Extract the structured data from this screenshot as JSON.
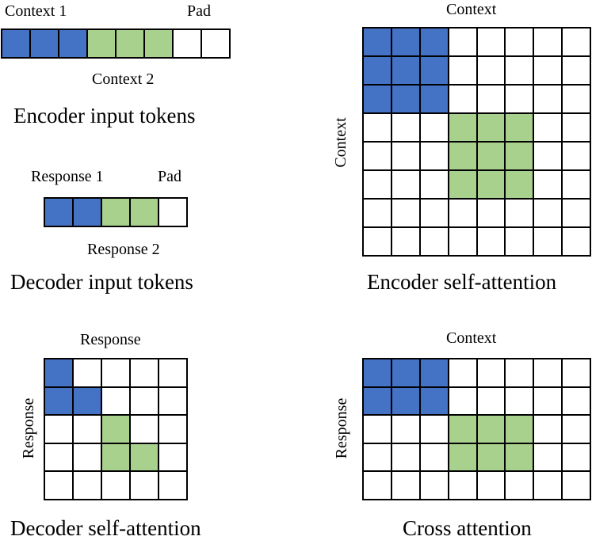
{
  "colors": {
    "context1": "#4472c4",
    "context2": "#a9d18e",
    "pad": "#ffffff",
    "line": "#000000"
  },
  "encoder_tokens": {
    "label_context1": "Context 1",
    "label_pad": "Pad",
    "label_context2": "Context 2",
    "caption": "Encoder input tokens",
    "cells": [
      "blue",
      "blue",
      "blue",
      "green",
      "green",
      "green",
      "white",
      "white"
    ]
  },
  "decoder_tokens": {
    "label_response1": "Response 1",
    "label_pad": "Pad",
    "label_response2": "Response 2",
    "caption": "Decoder input tokens",
    "cells": [
      "blue",
      "blue",
      "green",
      "green",
      "white"
    ]
  },
  "encoder_self_attention": {
    "top_label": "Context",
    "side_label": "Context",
    "caption": "Encoder self-attention",
    "rows": [
      [
        "blue",
        "blue",
        "blue",
        "white",
        "white",
        "white",
        "white",
        "white"
      ],
      [
        "blue",
        "blue",
        "blue",
        "white",
        "white",
        "white",
        "white",
        "white"
      ],
      [
        "blue",
        "blue",
        "blue",
        "white",
        "white",
        "white",
        "white",
        "white"
      ],
      [
        "white",
        "white",
        "white",
        "green",
        "green",
        "green",
        "white",
        "white"
      ],
      [
        "white",
        "white",
        "white",
        "green",
        "green",
        "green",
        "white",
        "white"
      ],
      [
        "white",
        "white",
        "white",
        "green",
        "green",
        "green",
        "white",
        "white"
      ],
      [
        "white",
        "white",
        "white",
        "white",
        "white",
        "white",
        "white",
        "white"
      ],
      [
        "white",
        "white",
        "white",
        "white",
        "white",
        "white",
        "white",
        "white"
      ]
    ]
  },
  "decoder_self_attention": {
    "top_label": "Response",
    "side_label": "Response",
    "caption": "Decoder self-attention",
    "rows": [
      [
        "blue",
        "white",
        "white",
        "white",
        "white"
      ],
      [
        "blue",
        "blue",
        "white",
        "white",
        "white"
      ],
      [
        "white",
        "white",
        "green",
        "white",
        "white"
      ],
      [
        "white",
        "white",
        "green",
        "green",
        "white"
      ],
      [
        "white",
        "white",
        "white",
        "white",
        "white"
      ]
    ]
  },
  "cross_attention": {
    "top_label": "Context",
    "side_label": "Response",
    "caption": "Cross attention",
    "rows": [
      [
        "blue",
        "blue",
        "blue",
        "white",
        "white",
        "white",
        "white",
        "white"
      ],
      [
        "blue",
        "blue",
        "blue",
        "white",
        "white",
        "white",
        "white",
        "white"
      ],
      [
        "white",
        "white",
        "white",
        "green",
        "green",
        "green",
        "white",
        "white"
      ],
      [
        "white",
        "white",
        "white",
        "green",
        "green",
        "green",
        "white",
        "white"
      ],
      [
        "white",
        "white",
        "white",
        "white",
        "white",
        "white",
        "white",
        "white"
      ]
    ]
  }
}
